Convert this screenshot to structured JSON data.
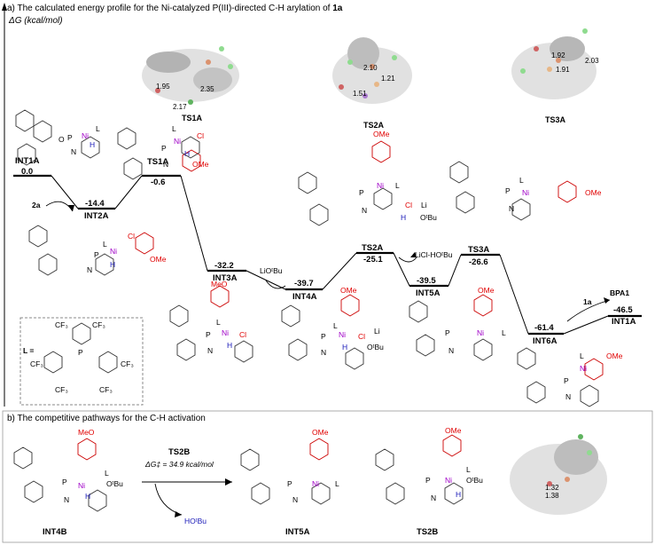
{
  "section_a": {
    "prefix": "a)",
    "title": "The calculated energy profile for the Ni-catalyzed P(III)-directed C-H arylation of",
    "compound": "1a",
    "axis_label": "ΔG (kcal/mol)"
  },
  "section_b": {
    "prefix": "b)",
    "title": "The competitive pathways for the C-H activation"
  },
  "states": [
    {
      "name": "INT1A",
      "energy": "0.0"
    },
    {
      "name": "INT2A",
      "energy": "-14.4"
    },
    {
      "name": "TS1A",
      "energy": "-0.6"
    },
    {
      "name": "INT3A",
      "energy": "-32.2"
    },
    {
      "name": "INT4A",
      "energy": "-39.7"
    },
    {
      "name": "TS2A",
      "energy": "-25.1"
    },
    {
      "name": "INT5A",
      "energy": "-39.5"
    },
    {
      "name": "TS3A",
      "energy": "-26.6"
    },
    {
      "name": "INT6A",
      "energy": "-61.4"
    },
    {
      "name": "INT1A",
      "energy": "-46.5"
    }
  ],
  "ts_images": [
    "TS1A",
    "TS2A",
    "TS3A"
  ],
  "distances": {
    "ts1": [
      "1.95",
      "2.35",
      "2.17"
    ],
    "ts2": [
      "2.10",
      "1.21",
      "1.51"
    ],
    "ts3": [
      "1.92",
      "2.03",
      "1.91"
    ],
    "ts2b": [
      "1.32",
      "1.38"
    ]
  },
  "reagents": {
    "add_2a": "2a",
    "add_liotbu": "LiOᵗBu",
    "release": "LiCl-HOᵗBu",
    "add_1a": "1a",
    "product": "BPA1"
  },
  "ligand_box": {
    "label": "L =",
    "cf3": "CF₃",
    "p": "P"
  },
  "atoms": {
    "p": "P",
    "ni": "Ni",
    "l": "L",
    "n": "N",
    "h": "H",
    "o": "O",
    "cl": "Cl",
    "li": "Li",
    "ome": "OMe",
    "meo": "MeO",
    "otbu": "OᵗBu"
  },
  "part_b": {
    "ts_name": "TS2B",
    "barrier": "ΔG‡ = 34.9 kcal/mol",
    "byproduct": "HOᵗBu",
    "labels": [
      "INT4B",
      "INT5A",
      "TS2B"
    ]
  },
  "colors": {
    "nickel": "#a000c8",
    "aryl": "#e00000",
    "hydrogen": "#1a1ab8",
    "level": "#000000"
  }
}
